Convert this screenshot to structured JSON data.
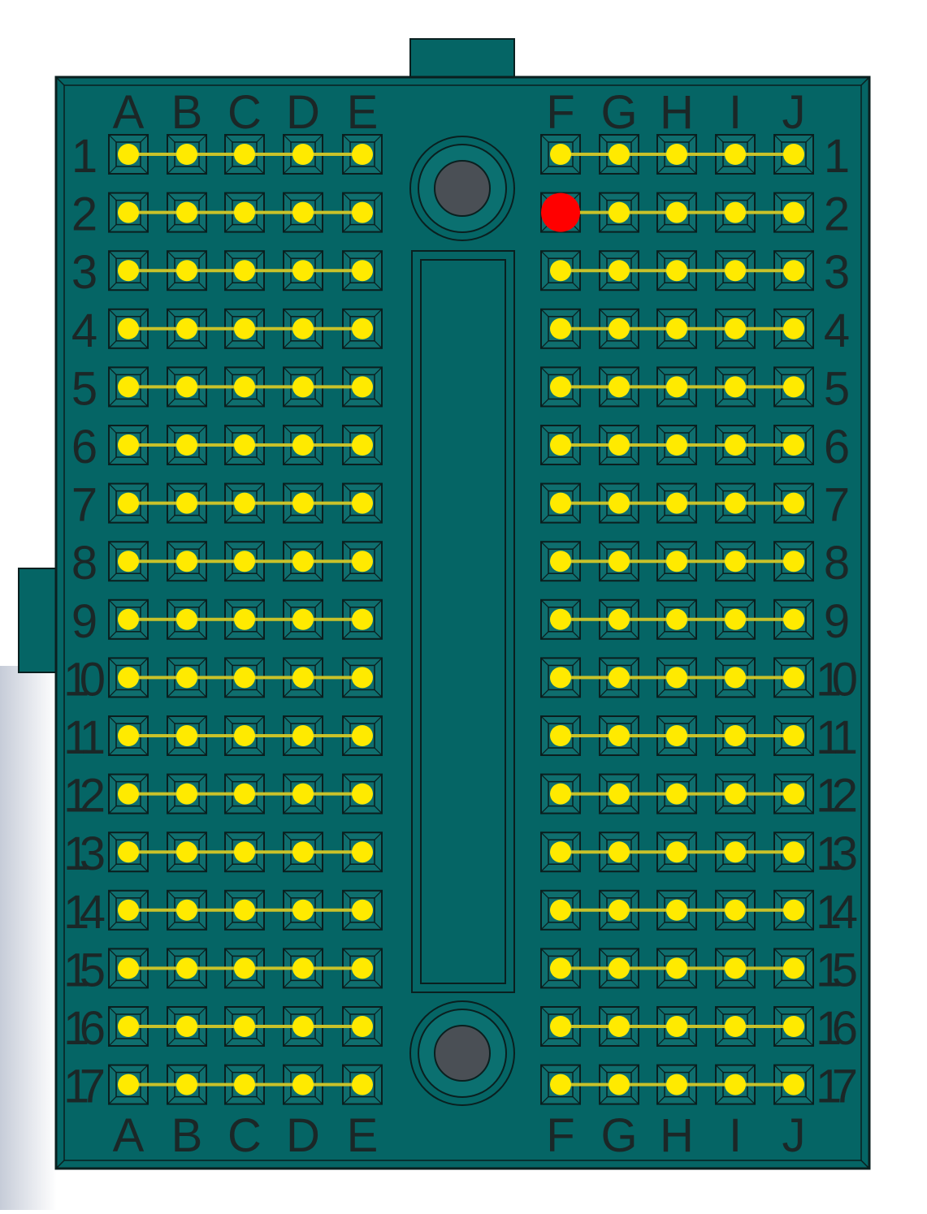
{
  "board": {
    "left_columns": [
      "A",
      "B",
      "C",
      "D",
      "E"
    ],
    "right_columns": [
      "F",
      "G",
      "H",
      "I",
      "J"
    ],
    "rows": [
      "1",
      "2",
      "3",
      "4",
      "5",
      "6",
      "7",
      "8",
      "9",
      "10",
      "11",
      "12",
      "13",
      "14",
      "15",
      "16",
      "17"
    ],
    "highlight": {
      "row": "2",
      "column": "F"
    },
    "colors": {
      "board": "#056565",
      "outline": "#0a1f1f",
      "hole": "#0f6e6e",
      "dot": "#ffea00",
      "strip": "#c9c22a",
      "highlight": "#ff0000",
      "screw": "#4a4f55"
    },
    "icons": [
      "mounting-screw-icon"
    ]
  }
}
